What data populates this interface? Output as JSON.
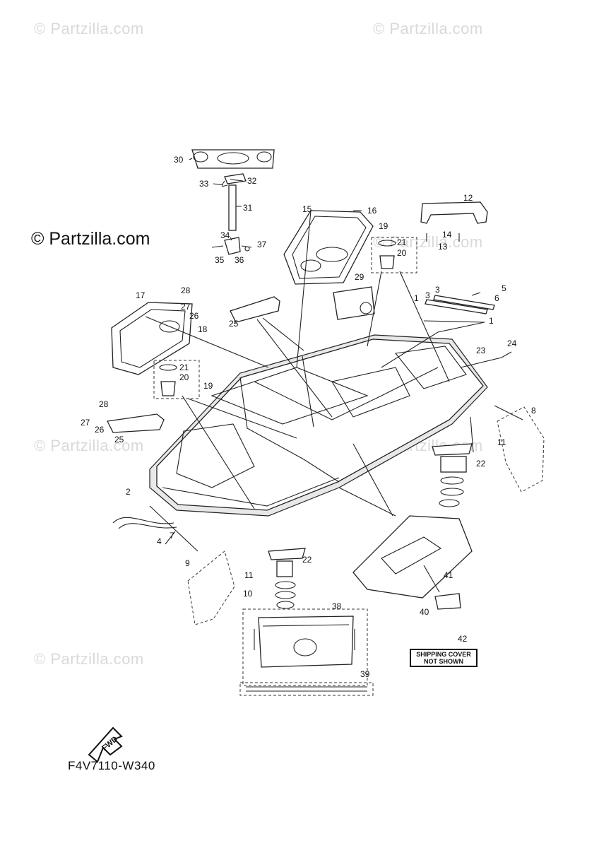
{
  "watermarks": [
    "© Partzilla.com",
    "© Partzilla.com",
    "© Partzilla.com",
    "© Partzilla.com",
    "© Partzilla.com",
    "© Partzilla.com"
  ],
  "brand_label": "© Partzilla.com",
  "diagram_code": "F4V7110-W340",
  "shipping_note": [
    "SHIPPING COVER",
    "NOT SHOWN"
  ],
  "fwd_label": "FWD",
  "callouts": [
    "30",
    "32",
    "33",
    "31",
    "34",
    "37",
    "35",
    "36",
    "12",
    "14",
    "13",
    "15",
    "16",
    "19",
    "21",
    "20",
    "29",
    "1",
    "5",
    "3",
    "6",
    "3",
    "1",
    "17",
    "28",
    "27",
    "26",
    "18",
    "25",
    "21",
    "20",
    "19",
    "24",
    "23",
    "8",
    "11",
    "28",
    "27",
    "26",
    "25",
    "22",
    "2",
    "7",
    "4",
    "9",
    "11",
    "10",
    "22",
    "41",
    "40",
    "38",
    "42",
    "39"
  ]
}
